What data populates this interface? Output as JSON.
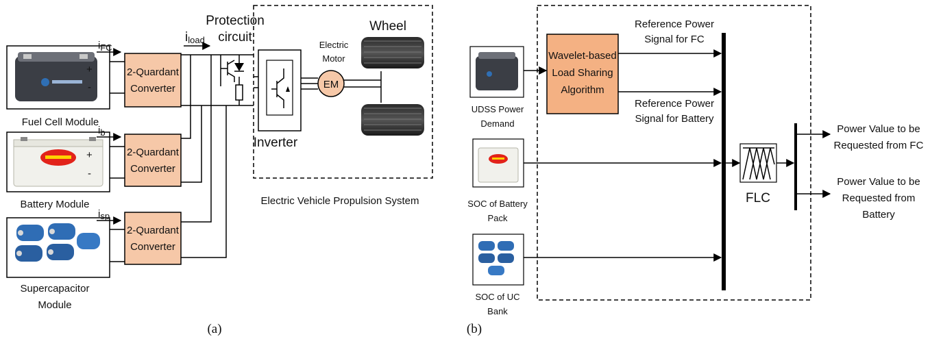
{
  "colors": {
    "converter_fill": "#f6c8a8",
    "algorithm_fill": "#f4b183",
    "line": "#000000"
  },
  "diagram_a": {
    "caption": "(a)",
    "sources": [
      {
        "label": "Fuel Cell Module",
        "current_symbol": "i",
        "current_sub": "FC",
        "icon": "fuel-cell-icon"
      },
      {
        "label": "Battery Module",
        "current_symbol": "i",
        "current_sub": "b",
        "icon": "battery-icon"
      },
      {
        "label_line1": "Supercapacitor",
        "label_line2": "Module",
        "current_symbol": "i",
        "current_sub": "sp",
        "icon": "supercapacitor-icon"
      }
    ],
    "converter_line1": "2-Quardant",
    "converter_line2": "Converter",
    "plus": "+",
    "minus": "-",
    "load_symbol": "i",
    "load_sub": "load",
    "protection_line1": "Protection",
    "protection_line2": "circuit",
    "inverter": "Inverter",
    "motor_line1": "Electric",
    "motor_line2": "Motor",
    "motor_abbr": "EM",
    "wheel": "Wheel",
    "propulsion_label": "Electric Vehicle Propulsion System"
  },
  "diagram_b": {
    "caption": "(b)",
    "inputs": [
      {
        "line1": "UDSS Power",
        "line2": "Demand",
        "icon": "battery-icon"
      },
      {
        "line1": "SOC of Battery",
        "line2": "Pack",
        "icon": "battery-icon"
      },
      {
        "line1": "SOC of UC",
        "line2": "Bank",
        "icon": "supercapacitor-icon"
      }
    ],
    "algorithm_line1": "Wavelet-based",
    "algorithm_line2": "Load Sharing",
    "algorithm_line3": "Algorithm",
    "ref_fc_line1": "Reference Power",
    "ref_fc_line2": "Signal for FC",
    "ref_batt_line1": "Reference Power",
    "ref_batt_line2": "Signal for Battery",
    "flc": "FLC",
    "out_fc_line1": "Power Value to be",
    "out_fc_line2": "Requested from FC",
    "out_batt_line1": "Power Value to be",
    "out_batt_line2": "Requested from",
    "out_batt_line3": "Battery"
  }
}
